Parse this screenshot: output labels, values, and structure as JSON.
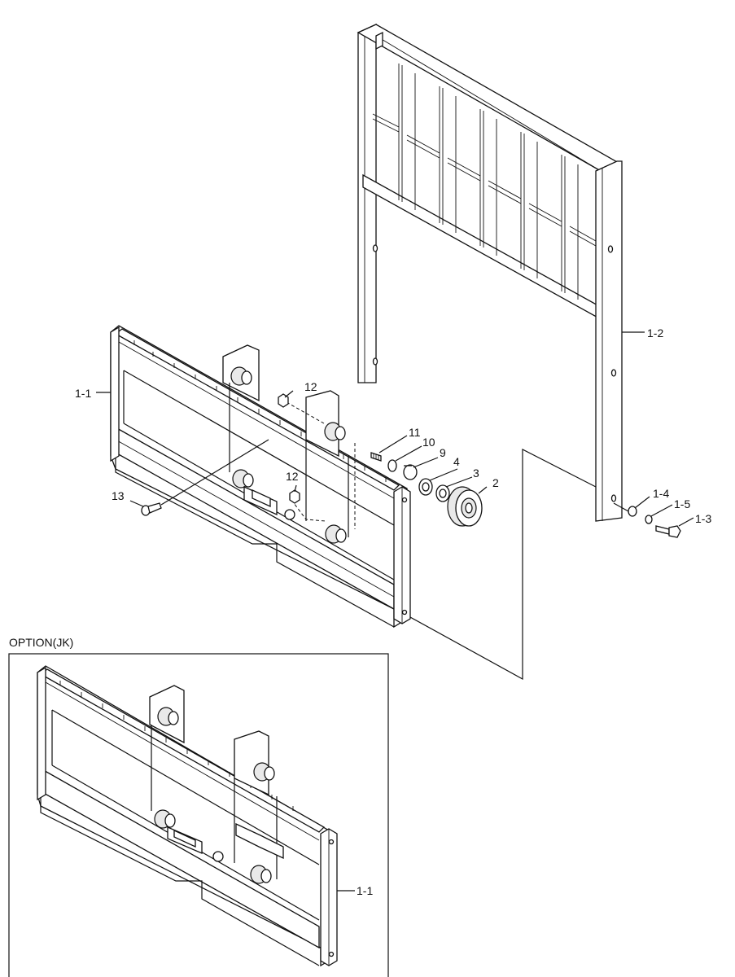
{
  "option_title": "OPTION(JK)",
  "labels": {
    "l_1_1": "1-1",
    "l_1_2": "1-2",
    "l_1_3": "1-3",
    "l_1_4": "1-4",
    "l_1_5": "1-5",
    "l_2": "2",
    "l_3": "3",
    "l_4": "4",
    "l_9": "9",
    "l_10": "10",
    "l_11": "11",
    "l_12_top": "12",
    "l_12_mid": "12",
    "l_13": "13",
    "l_1_1_option": "1-1"
  }
}
